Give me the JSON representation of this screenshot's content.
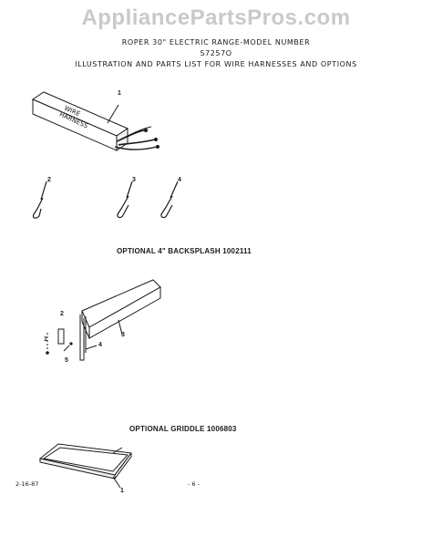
{
  "watermark": "AppliancePartsPros.com",
  "header": {
    "line1": "ROPER 30\" ELECTRIC RANGE-MODEL NUMBER",
    "line2": "S7257O",
    "line3": "ILLUSTRATION AND PARTS LIST FOR WIRE HARNESSES AND OPTIONS"
  },
  "harness": {
    "box_label_1": "WIRE",
    "box_label_2": "HARNESS",
    "callouts": [
      "1",
      "2",
      "3",
      "4"
    ]
  },
  "backsplash": {
    "title": "OPTIONAL 4\" BACKSPLASH 1002111",
    "callouts": [
      "1",
      "2",
      "3",
      "4",
      "5"
    ]
  },
  "griddle": {
    "title": "OPTIONAL GRIDDLE 1006803",
    "callouts": [
      "1"
    ]
  },
  "footer": {
    "date": "2-16-87",
    "page": "- 6 -"
  }
}
